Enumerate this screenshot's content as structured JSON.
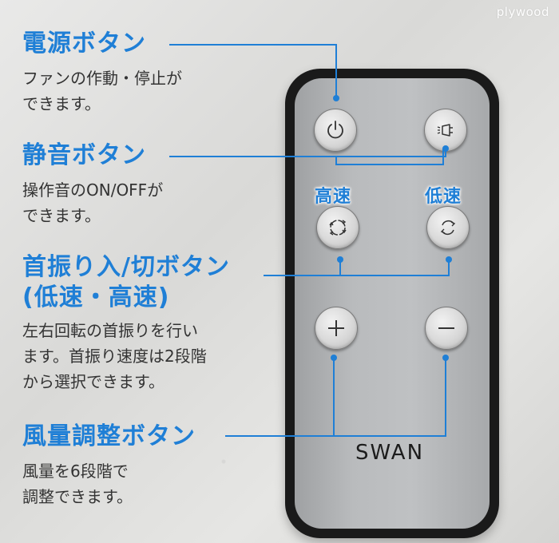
{
  "brand": "plywood",
  "sections": {
    "power": {
      "heading": "電源ボタン",
      "lines": [
        "ファンの作動・停止が",
        "できます。"
      ]
    },
    "mute": {
      "heading": "静音ボタン",
      "lines": [
        "操作音のON/OFFが",
        "できます。"
      ]
    },
    "swing": {
      "heading_line1": "首振り入/切ボタン",
      "heading_line2": "(低速・高速)",
      "lines": [
        "左右回転の首振りを行い",
        "ます。首振り速度は2段階",
        "から選択できます。"
      ]
    },
    "fan": {
      "heading": "風量調整ボタン",
      "lines": [
        "風量を6段階で",
        "調整できます。"
      ]
    }
  },
  "remote": {
    "label_high": "高速",
    "label_low": "低速",
    "brand": "SWAN"
  },
  "colors": {
    "accent": "#1f7fd6",
    "remote_body": "#1a1a1a",
    "remote_face": "#b9bbbd"
  },
  "icons": {
    "power": "power-icon",
    "mute": "bell-icon",
    "swing_high": "rotate-arrows-icon",
    "swing_low": "rotate-arrows-icon",
    "plus": "plus-icon",
    "minus": "minus-icon"
  }
}
